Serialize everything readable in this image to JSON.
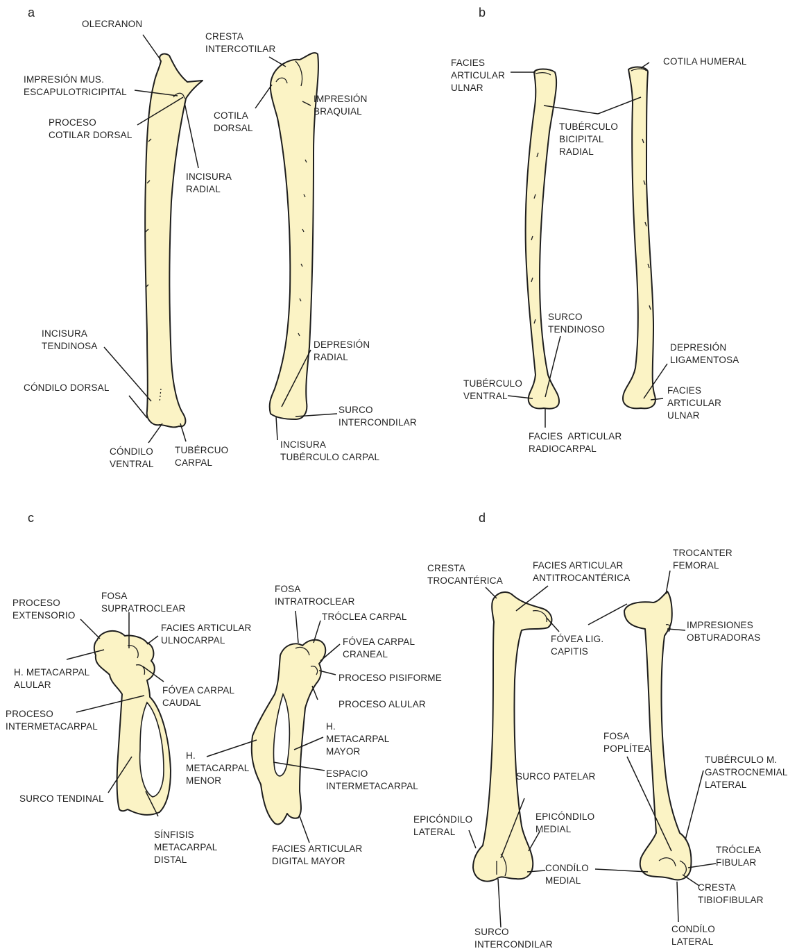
{
  "panels": [
    "a",
    "b",
    "c",
    "d"
  ],
  "labels": {
    "a": {
      "olecranon": [
        "OLECRANON"
      ],
      "impresion_mus": [
        "IMPRESIÓN MUS.",
        "ESCAPULOTRICIPITAL"
      ],
      "proceso_cotilar": [
        "PROCESO",
        "COTILAR DORSAL"
      ],
      "incisura_radial": [
        "INCISURA",
        "RADIAL"
      ],
      "cresta_intercotilar": [
        "CRESTA",
        "INTERCOTILAR"
      ],
      "cotila_dorsal": [
        "COTILA",
        "DORSAL"
      ],
      "impresion_braquial": [
        "IMPRESIÓN",
        "BRAQUIAL"
      ],
      "incisura_tendinosa": [
        "INCISURA",
        "TENDINOSA"
      ],
      "condilo_dorsal": [
        "CÓNDILO DORSAL"
      ],
      "condilo_ventral": [
        "CÓNDILO",
        "VENTRAL"
      ],
      "tuberculo_carpal": [
        "TUBÉRCUO",
        "CARPAL"
      ],
      "depresion_radial": [
        "DEPRESIÓN",
        "RADIAL"
      ],
      "surco_intercondilar": [
        "SURCO",
        "INTERCONDILAR"
      ],
      "incisura_tuberculo_carpal": [
        "INCISURA",
        "TUBÉRCULO CARPAL"
      ]
    },
    "b": {
      "facies_articular_ulnar_top": [
        "FACIES",
        "ARTICULAR",
        "ULNAR"
      ],
      "cotila_humeral": [
        "COTILA HUMERAL"
      ],
      "tuberculo_bicipital": [
        "TUBÉRCULO",
        "BICIPITAL",
        "RADIAL"
      ],
      "surco_tendinoso": [
        "SURCO",
        "TENDINOSO"
      ],
      "tuberculo_ventral": [
        "TUBÉRCULO",
        "VENTRAL"
      ],
      "facies_articular_radiocarpal": [
        "FACIES  ARTICULAR",
        "RADIOCARPAL"
      ],
      "depresion_ligamentosa": [
        "DEPRESIÓN",
        "LIGAMENTOSA"
      ],
      "facies_articular_ulnar_bottom": [
        "FACIES",
        "ARTICULAR",
        "ULNAR"
      ]
    },
    "c": {
      "proceso_extensorio": [
        "PROCESO",
        "EXTENSORIO"
      ],
      "fosa_supratroclear": [
        "FOSA",
        "SUPRATROCLEAR"
      ],
      "facies_articular_ulnocarpal": [
        "FACIES ARTICULAR",
        "ULNOCARPAL"
      ],
      "h_metacarpal_alular": [
        "H. METACARPAL",
        "ALULAR"
      ],
      "fovea_carpal_caudal": [
        "FÓVEA CARPAL",
        "CAUDAL"
      ],
      "proceso_intermetacarpal": [
        "PROCESO",
        "INTERMETACARPAL"
      ],
      "surco_tendinal": [
        "SURCO TENDINAL"
      ],
      "sinfisis_metacarpal": [
        "SÍNFISIS",
        "METACARPAL",
        "DISTAL"
      ],
      "fosa_intratroclear": [
        "FOSA",
        "INTRATROCLEAR"
      ],
      "troclea_carpal": [
        "TRÓCLEA CARPAL"
      ],
      "fovea_carpal_craneal": [
        "FÓVEA CARPAL",
        "CRANEAL"
      ],
      "proceso_pisiforme": [
        "PROCESO PISIFORME"
      ],
      "proceso_alular": [
        "PROCESO ALULAR"
      ],
      "h_metacarpal_mayor": [
        "H.",
        "METACARPAL",
        "MAYOR"
      ],
      "h_metacarpal_menor": [
        "H.",
        "METACARPAL",
        "MENOR"
      ],
      "espacio_intermetacarpal": [
        "ESPACIO",
        "INTERMETACARPAL"
      ],
      "facies_articular_digital": [
        "FACIES ARTICULAR",
        "DIGITAL MAYOR"
      ]
    },
    "d": {
      "cresta_trocanterica": [
        "CRESTA",
        "TROCANTÉRICA"
      ],
      "facies_antitrocanterica": [
        "FACIES ARTICULAR",
        "ANTITROCANTÉRICA"
      ],
      "trocanter_femoral": [
        "TROCANTER",
        "FEMORAL"
      ],
      "fovea_lig_capitis": [
        "FÓVEA LIG.",
        "CAPITIS"
      ],
      "impresiones_obturadoras": [
        "IMPRESIONES",
        "OBTURADORAS"
      ],
      "fosa_poplitea": [
        "FOSA",
        "POPLÍTEA"
      ],
      "tuberculo_gastrocnemial": [
        "TUBÉRCULO M.",
        "GASTROCNEMIAL",
        "LATERAL"
      ],
      "surco_patelar": [
        "SURCO PATELAR"
      ],
      "epicondilo_lateral": [
        "EPICÓNDILO",
        "LATERAL"
      ],
      "epicondilo_medial": [
        "EPICÓNDILO",
        "MEDIAL"
      ],
      "condilo_medial": [
        "CONDÍLO",
        "MEDIAL"
      ],
      "troclea_fibular": [
        "TRÓCLEA",
        "FIBULAR"
      ],
      "cresta_tibiofibular": [
        "CRESTA",
        "TIBIOFIBULAR"
      ],
      "condilo_lateral": [
        "CONDÍLO",
        "LATERAL"
      ],
      "surco_intercondilar": [
        "SURCO",
        "INTERCONDILAR"
      ]
    }
  },
  "colors": {
    "bone_fill": "#fbf3c5",
    "outline": "#1e1e1e",
    "background": "#ffffff"
  }
}
